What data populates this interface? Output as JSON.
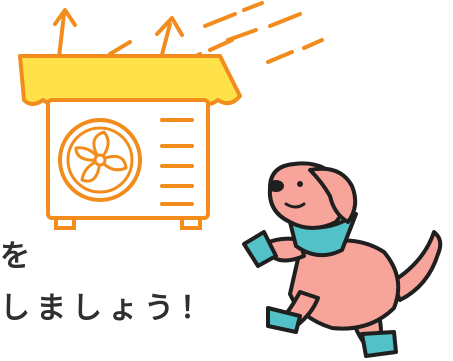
{
  "text_lines": [
    "を",
    "しましょう！"
  ],
  "colors": {
    "outline": "#f28c1c",
    "roof": "#ffe14a",
    "dog_body": "#f7a59a",
    "dog_accent": "#52c2c8",
    "stroke": "#1f1f1f",
    "text": "#2f2f2f"
  },
  "icons": {
    "ac_unit": "air-conditioner-illustration",
    "dog": "dog-illustration"
  }
}
